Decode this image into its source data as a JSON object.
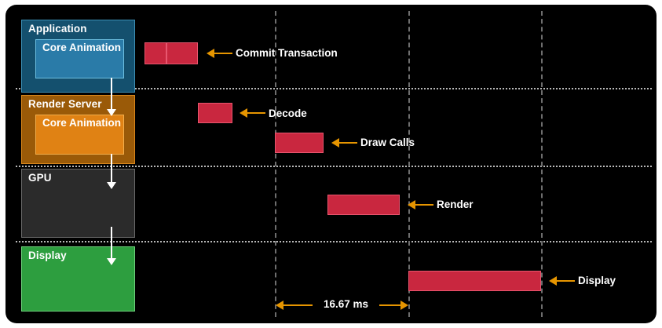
{
  "diagram": {
    "type": "core-animation-render-pipeline-timeline",
    "background_color": "#000000",
    "bar_color": "#c9273f",
    "callout_color": "#e69500",
    "lanes": [
      {
        "id": "application",
        "label": "Application",
        "fill": "#14506e",
        "border": "#3d8fb5",
        "inner_label": "Core Animation",
        "inner_fill": "#2a7ba8",
        "inner_border": "#6cbfe0"
      },
      {
        "id": "render-server",
        "label": "Render Server",
        "fill": "#9a5a08",
        "border": "#d9861a",
        "inner_label": "Core Animation",
        "inner_fill": "#e08214",
        "inner_border": "#f2ae4c"
      },
      {
        "id": "gpu",
        "label": "GPU",
        "fill": "#2b2b2b",
        "border": "#6a6a6a",
        "inner_label": null
      },
      {
        "id": "display",
        "label": "Display",
        "fill": "#2d9e3f",
        "border": "#6ed17c",
        "inner_label": null
      }
    ],
    "callouts": [
      {
        "id": "commit-transaction",
        "label": "Commit Transaction"
      },
      {
        "id": "decode",
        "label": "Decode"
      },
      {
        "id": "draw-calls",
        "label": "Draw Calls"
      },
      {
        "id": "render",
        "label": "Render"
      },
      {
        "id": "display",
        "label": "Display"
      }
    ],
    "measure": {
      "label": "16.67 ms"
    }
  }
}
